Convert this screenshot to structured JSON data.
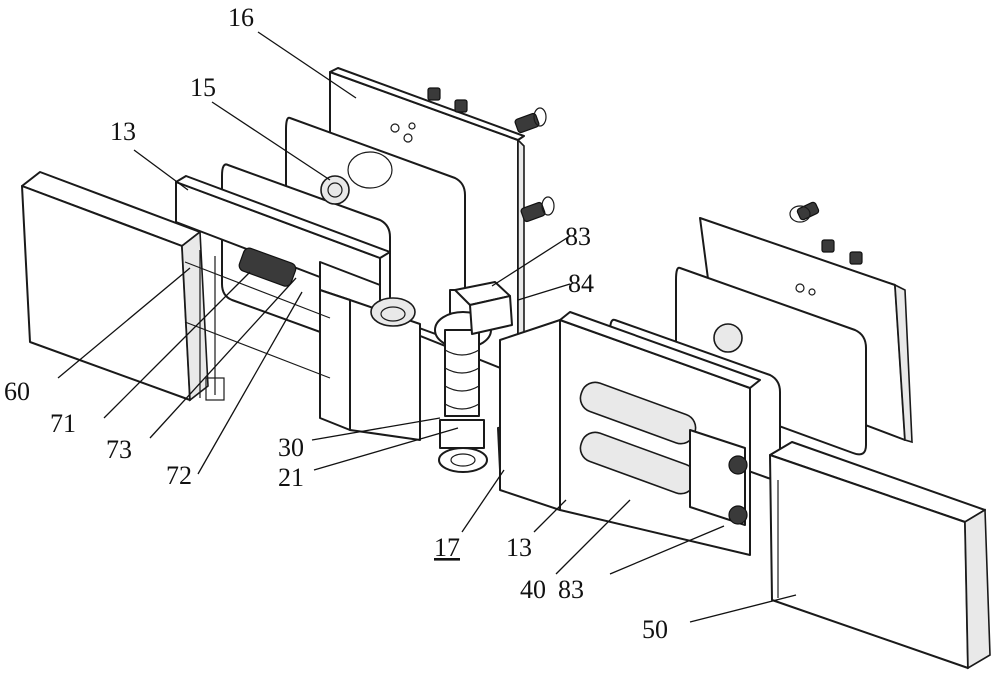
{
  "figure": {
    "labels": {
      "l16": "16",
      "l15": "15",
      "l13a": "13",
      "l83a": "83",
      "l84": "84",
      "l60": "60",
      "l71": "71",
      "l73": "73",
      "l72": "72",
      "l30": "30",
      "l21": "21",
      "l17": "17",
      "l13b": "13",
      "l40": "40",
      "l83b": "83",
      "l50": "50"
    }
  }
}
